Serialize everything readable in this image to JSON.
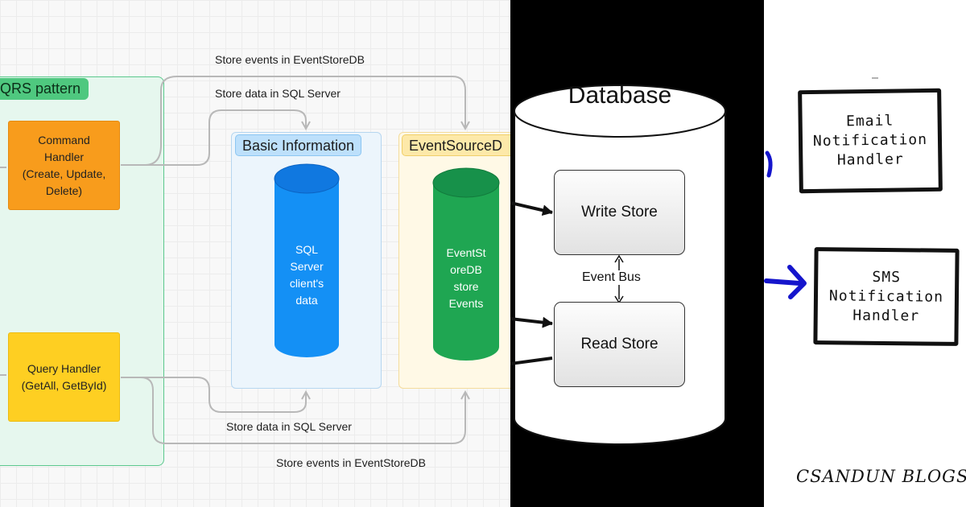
{
  "cqrs": {
    "pattern_label": "QRS pattern",
    "command_handler": "Command\nHandler\n(Create, Update,\nDelete)",
    "query_handler": "Query Handler\n(GetAll, GetById)",
    "basic_info_label": "Basic Information",
    "eventsource_label": "EventSourceD",
    "sql_cylinder_text": "SQL\nServer\nclient's\ndata",
    "eventstore_cylinder_text": "EventSt\noreDB\nstore\nEvents",
    "edge_store_events_top": "Store events in EventStoreDB",
    "edge_store_data_top": "Store data in SQL Server",
    "edge_store_data_bottom": "Store data in SQL Server",
    "edge_store_events_bottom": "Store events in EventStoreDB",
    "colors": {
      "command": "#f89c1c",
      "query": "#fecf22",
      "sql_cylinder": "#1490f5",
      "eventstore_cylinder": "#1fa652",
      "connector": "#b8b8b8"
    }
  },
  "database": {
    "title": "Database",
    "write_store": "Write Store",
    "read_store": "Read Store",
    "event_bus": "Event Bus"
  },
  "notifications": {
    "email_handler": "Email\nNotification\nHandler",
    "sms_handler": "SMS\nNotification\nHandler",
    "brand": "CSANDUN BLOGS",
    "arrow_color": "#1515cc"
  }
}
